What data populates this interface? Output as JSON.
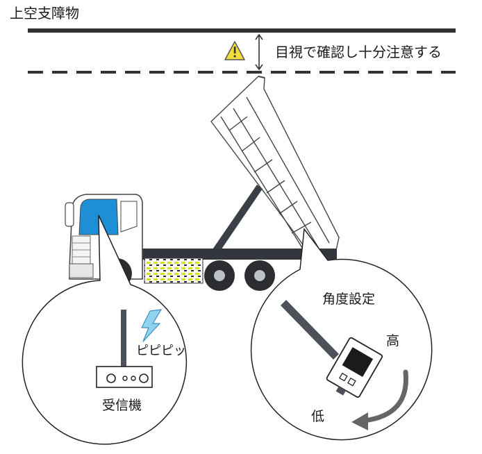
{
  "overhead": {
    "title": "上空支障物",
    "caution_text": "目視で確認し十分注意する"
  },
  "receiver": {
    "sound_text": "ピピピッ",
    "label": "受信機"
  },
  "angle": {
    "title": "角度設定",
    "high_label": "高",
    "low_label": "低"
  },
  "colors": {
    "line": "#333333",
    "cab_window": "#1e8fd6",
    "warning": "#f2dd3a",
    "chassis_stripe": "#d7e21f"
  }
}
